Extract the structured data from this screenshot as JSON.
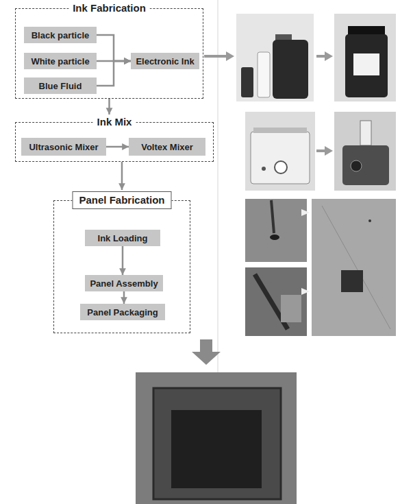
{
  "diagram": {
    "nodes": [
      {
        "text": [
          "Ink Fabrication"
        ]
      },
      {
        "text": [
          "Black particle"
        ],
        "in": 0
      },
      {
        "text": [
          "White particle"
        ],
        "in": 0
      },
      {
        "text": [
          "Blue Fluid"
        ],
        "in": 0
      },
      {
        "text": [
          "Electronic Ink"
        ],
        "in": 0
      },
      {
        "text": [
          "Ink Mix"
        ]
      },
      {
        "text": [
          "Ultrasonic Mixer"
        ],
        "in": 5
      },
      {
        "text": [
          "Voltex Mixer"
        ],
        "in": 5
      },
      {
        "text": [
          "Panel Fabrication"
        ]
      },
      {
        "text": [
          "Ink Loading"
        ],
        "in": 8
      },
      {
        "text": [
          "Panel Assembly"
        ],
        "in": 8
      },
      {
        "text": [
          "Panel Packaging"
        ],
        "in": 8
      }
    ],
    "edges": [
      {
        "from": 1,
        "to": 4,
        "arrow": "to"
      },
      {
        "from": 2,
        "to": 4,
        "arrow": "to"
      },
      {
        "from": 3,
        "to": 4,
        "arrow": "to"
      },
      {
        "from": 0,
        "to": 5,
        "arrow": "to"
      },
      {
        "from": 6,
        "to": 7,
        "arrow": "to"
      },
      {
        "from": 5,
        "to": 8,
        "arrow": "to"
      },
      {
        "from": 9,
        "to": 10,
        "arrow": "to"
      },
      {
        "from": 10,
        "to": 11,
        "arrow": "to"
      }
    ]
  }
}
